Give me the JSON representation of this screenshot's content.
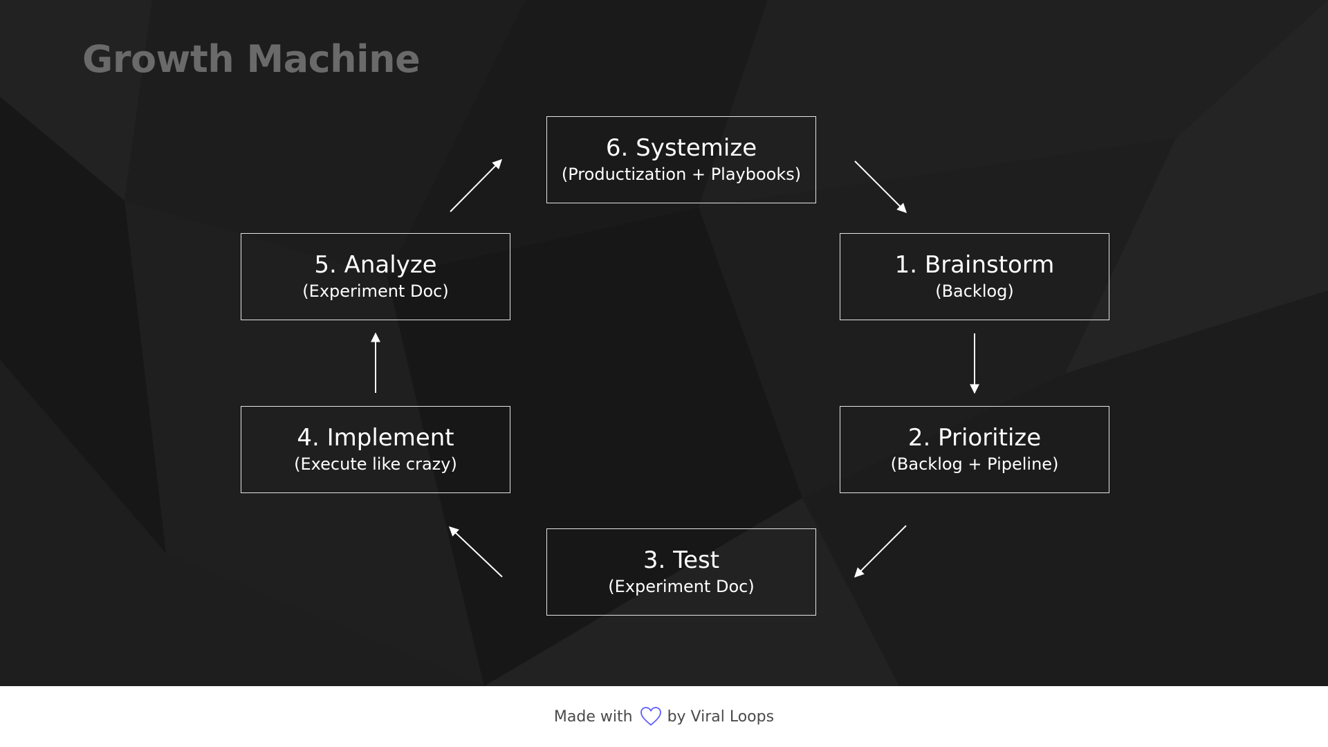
{
  "slide": {
    "title": "Growth Machine",
    "background_color": "#1b1b1b",
    "title_color": "#6a6a6a"
  },
  "steps": [
    {
      "id": "6",
      "label": "6. Systemize",
      "sub": "(Productization + Playbooks)"
    },
    {
      "id": "5",
      "label": "5. Analyze",
      "sub": "(Experiment Doc)"
    },
    {
      "id": "1",
      "label": "1. Brainstorm",
      "sub": "(Backlog)"
    },
    {
      "id": "4",
      "label": "4. Implement",
      "sub": "(Execute like crazy)"
    },
    {
      "id": "2",
      "label": "2. Prioritize",
      "sub": "(Backlog + Pipeline)"
    },
    {
      "id": "3",
      "label": "3. Test",
      "sub": "(Experiment Doc)"
    }
  ],
  "flow": [
    {
      "from": "6",
      "to": "1"
    },
    {
      "from": "1",
      "to": "2"
    },
    {
      "from": "2",
      "to": "3"
    },
    {
      "from": "3",
      "to": "4"
    },
    {
      "from": "4",
      "to": "5"
    },
    {
      "from": "5",
      "to": "6"
    }
  ],
  "footer": {
    "made_with": "Made with",
    "by": "by Viral Loops",
    "heart_icon": "heart-outline-icon",
    "heart_color": "#5b5bff"
  }
}
